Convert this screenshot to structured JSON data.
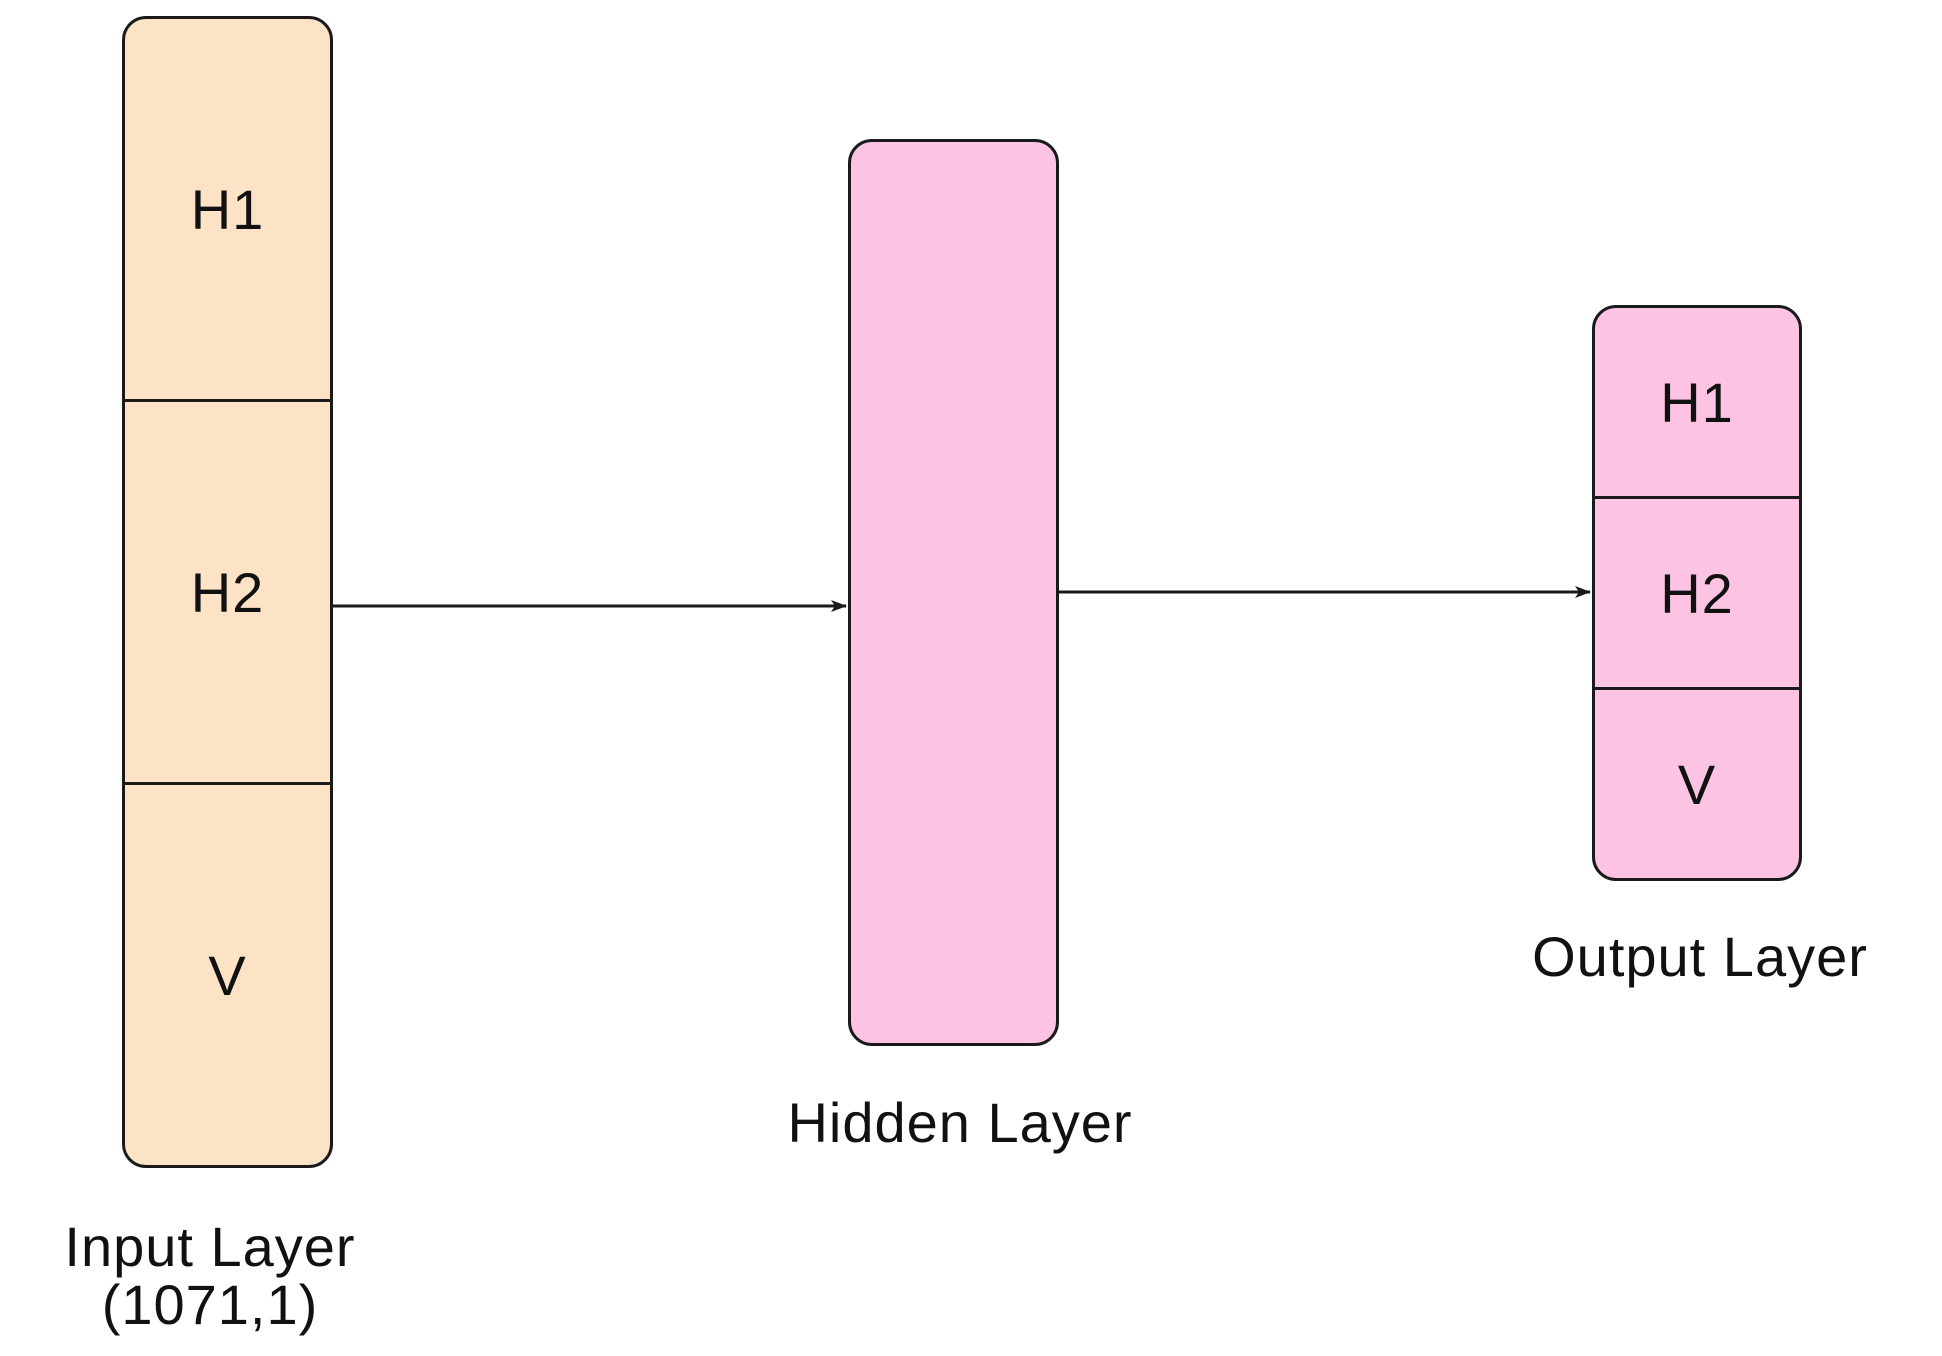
{
  "colors": {
    "input_fill": "#fde3c6",
    "hidden_fill": "#fcc3e3",
    "output_fill": "#fcc3e3",
    "stroke": "#1a1a1a"
  },
  "input_layer": {
    "cells": [
      "H1",
      "H2",
      "V"
    ],
    "caption_line1": "Input Layer",
    "caption_line2": "(1071,1)"
  },
  "hidden_layer": {
    "caption": "Hidden Layer"
  },
  "output_layer": {
    "cells": [
      "H1",
      "H2",
      "V"
    ],
    "caption": "Output Layer"
  },
  "connections": [
    {
      "from": "input-layer",
      "to": "hidden-layer"
    },
    {
      "from": "hidden-layer",
      "to": "output-layer"
    }
  ]
}
